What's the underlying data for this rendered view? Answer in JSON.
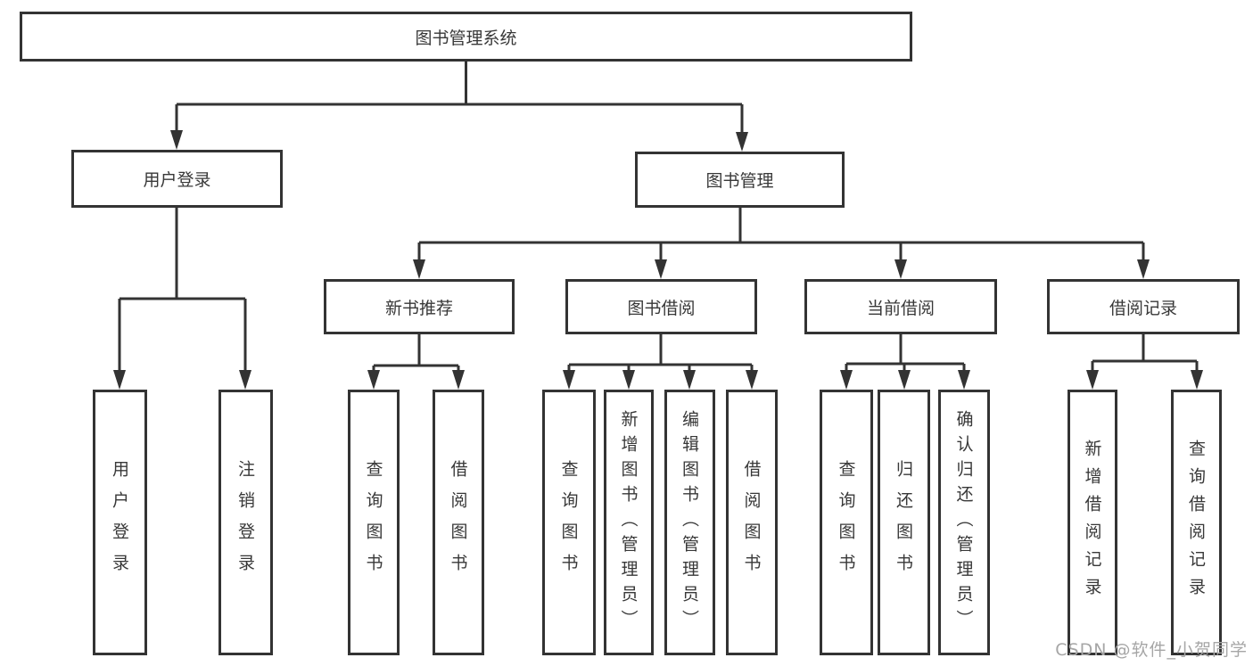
{
  "tree": {
    "root": {
      "label": "图书管理系统"
    },
    "branches": [
      {
        "label": "用户登录",
        "children": [
          {
            "label": "用户登录"
          },
          {
            "label": "注销登录"
          }
        ]
      },
      {
        "label": "图书管理",
        "children": [
          {
            "label": "新书推荐",
            "children": [
              {
                "label": "查询图书"
              },
              {
                "label": "借阅图书"
              }
            ]
          },
          {
            "label": "图书借阅",
            "children": [
              {
                "label": "查询图书"
              },
              {
                "label": "新增图书（管理员）"
              },
              {
                "label": "编辑图书（管理员）"
              },
              {
                "label": "借阅图书"
              }
            ]
          },
          {
            "label": "当前借阅",
            "children": [
              {
                "label": "查询图书"
              },
              {
                "label": "归还图书"
              },
              {
                "label": "确认归还（管理员）"
              }
            ]
          },
          {
            "label": "借阅记录",
            "children": [
              {
                "label": "新增借阅记录"
              },
              {
                "label": "查询借阅记录"
              }
            ]
          }
        ]
      }
    ]
  },
  "watermark": "CSDN @软件_小贺同学",
  "colors": {
    "line": "#333333",
    "box_border": "#333333",
    "text": "#383838",
    "watermark": "#a6a6a6",
    "background": "#ffffff"
  }
}
